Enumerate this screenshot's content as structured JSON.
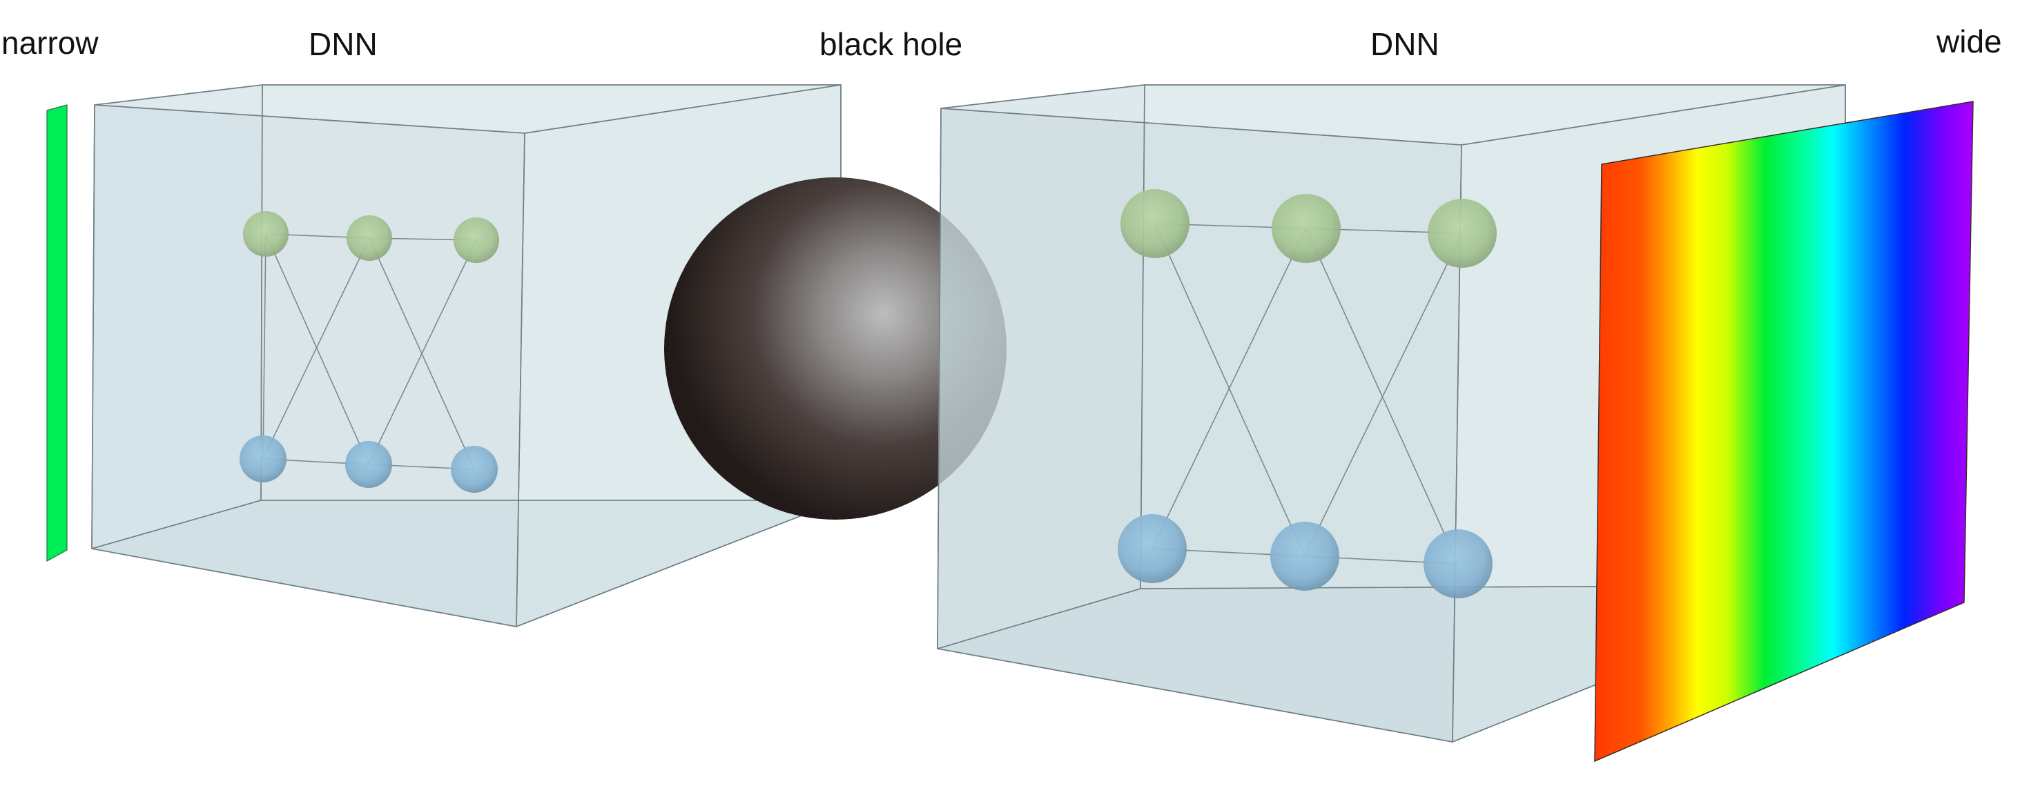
{
  "labels": {
    "narrow": "narrow",
    "dnn_left": "DNN",
    "black_hole": "black hole",
    "dnn_right": "DNN",
    "wide": "wide"
  },
  "colors": {
    "narrow_strip": "#00ee55",
    "box_face": "#c6d9de",
    "box_edge": "#7d8e94",
    "node_top": "#a9c995",
    "node_bottom": "#88b6d4",
    "sphere_light": "#b9b9b9",
    "sphere_dark": "#221a18",
    "spectrum": [
      "#ff3300",
      "#ff7700",
      "#ffff00",
      "#00ee33",
      "#00ffff",
      "#0022ff",
      "#aa00ff"
    ]
  },
  "networks": [
    {
      "name": "left",
      "top_nodes": 3,
      "bottom_nodes": 3
    },
    {
      "name": "right",
      "top_nodes": 3,
      "bottom_nodes": 3
    }
  ]
}
